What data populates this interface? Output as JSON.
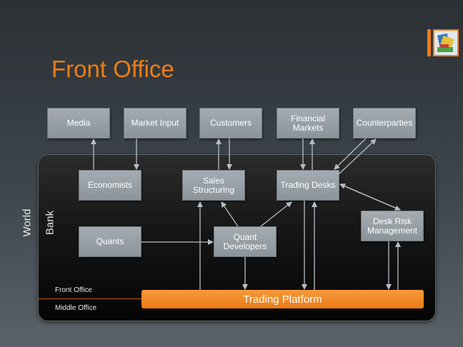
{
  "title": "Front Office",
  "labels": {
    "world": "World",
    "bank": "Bank",
    "front_office": "Front Office",
    "middle_office": "Middle Office"
  },
  "external": {
    "media": "Media",
    "market_input": "Market Input",
    "customers": "Customers",
    "financial_markets": "Financial\nMarkets",
    "counterparties": "Counterparties"
  },
  "internal": {
    "economists": "Economists",
    "sales_structuring": "Sales\nStructuring",
    "trading_desks": "Trading Desks",
    "quants": "Quants",
    "quant_developers": "Quant\nDevelopers",
    "desk_risk_management": "Desk Risk\nManagement"
  },
  "platform": "Trading Platform",
  "colors": {
    "accent": "#f07d17",
    "box": "#98a0a6",
    "arrow": "#b7bec4"
  },
  "icons": {
    "logo": "book-stack-icon"
  }
}
